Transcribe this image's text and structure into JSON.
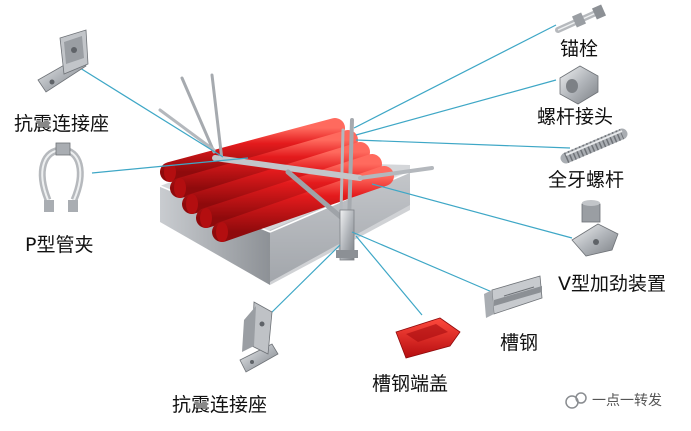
{
  "labels": {
    "top_left_seat": "抗震连接座",
    "p_clamp": "P型管夹",
    "bottom_seat": "抗震连接座",
    "anchor_bolt": "锚栓",
    "rod_coupler": "螺杆接头",
    "threaded_rod": "全牙螺杆",
    "v_brace": "V型加劲装置",
    "channel_steel": "槽钢",
    "channel_end_cap": "槽钢端盖"
  },
  "watermark": "一点一转发",
  "colors": {
    "leader_line": "#3ea7c6",
    "pipe_red": "#e0161a",
    "steel_gray": "#b8bcc1"
  }
}
